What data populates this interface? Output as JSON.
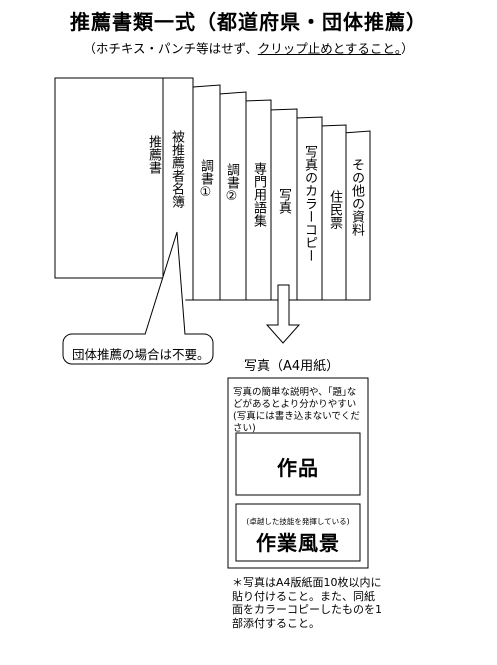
{
  "title": "推薦書類一式（都道府県・団体推薦）",
  "subtitle": {
    "prefix": "（ホチキス・パンチ等はせず、",
    "underlined": "クリップ止めとすること。",
    "suffix": "）"
  },
  "documents": [
    "推薦書",
    "被推薦者名簿",
    "調書①",
    "調書②",
    "専門用語集",
    "写真",
    "写真のカラーコピー",
    "住民票",
    "その他の資料"
  ],
  "callout": "団体推薦の場合は不要。",
  "photo_sheet": {
    "caption": "写真（A4用紙）",
    "description": "写真の簡単な説明や、｢題｣などがあるとより分かりやすい(写真には書き込まないでください)",
    "work_label": "作品",
    "scene_hint": "(卓越した技能を発揮している)",
    "scene_label": "作業風景",
    "note": "＊写真はA4版紙面10枚以内に貼り付けること。また、同紙面をカラーコピーしたものを1部添付すること。"
  }
}
